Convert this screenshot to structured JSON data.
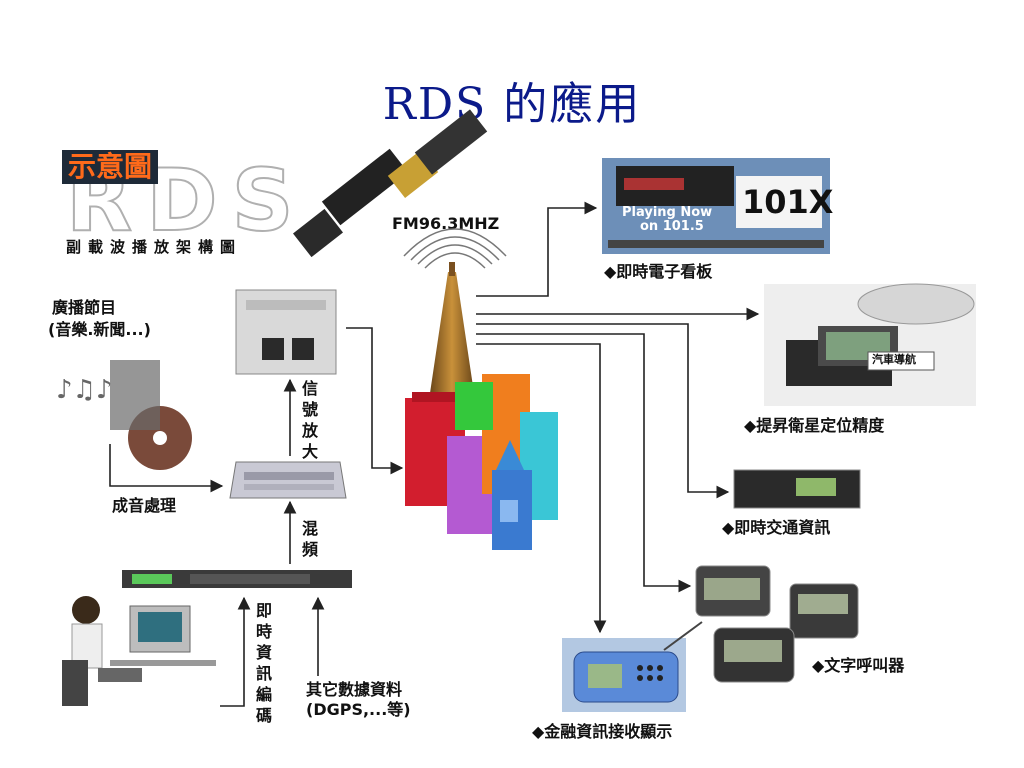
{
  "title": "RDS 的應用",
  "header": {
    "badge": "示意圖",
    "logo": "RDS",
    "subtitle": "副載波播放架構圖"
  },
  "frequency": "FM96.3MHZ",
  "left_labels": {
    "program": "廣播節目",
    "program_detail": "(音樂.新聞...)",
    "mixing_process": "成音處理",
    "signal_amplify": "信號放大",
    "mixing_freq": "混頻",
    "realtime_info_encode": "即時資訊編碼",
    "other_data": "其它數據資料",
    "other_data_detail": "(DGPS,...等)"
  },
  "outputs": {
    "billboard": "◆即時電子看板",
    "positioning": "◆提昇衛星定位精度",
    "traffic": "◆即時交通資訊",
    "pager": "◆文字呼叫器",
    "finance": "◆金融資訊接收顯示"
  },
  "billboard_text": {
    "line1": "Playing Now",
    "line2": "on 101.5",
    "brand": "101X"
  },
  "car_nav_label": "汽車導航",
  "colors": {
    "title": "#0b1a8a",
    "arrows": "#222222",
    "badge": "#ff6a1a"
  }
}
